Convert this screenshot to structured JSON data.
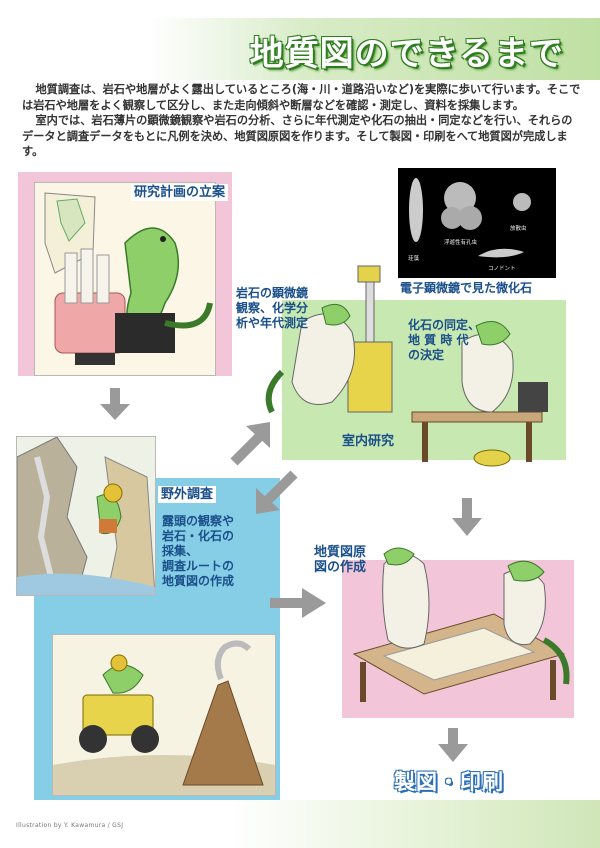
{
  "title": "地質図のできるまで",
  "intro": [
    "地質調査は、岩石や地層がよく露出しているところ(海・川・道路沿いなど)を実際に歩いて行います。そこでは岩石や地層をよく観察して区分し、また走向傾斜や断層などを確認・測定し、資料を採集します。",
    "室内では、岩石薄片の顕微鏡観察や岩石の分析、さらに年代測定や化石の抽出・同定などを行い、それらのデータと調査データをもとに凡例を決め、地質図原図を作ります。そして製図・印刷をへて地質図が完成します。"
  ],
  "steps": {
    "planning": "研究計画の立案",
    "field": {
      "title": "野外調査",
      "lines": [
        "露頭の観察や",
        "岩石・化石の",
        "採集、",
        "調査ルートの",
        "地質図の作成"
      ]
    },
    "lab": {
      "title": "室内研究",
      "rock_lines": [
        "岩石の顕微鏡",
        "観察、化学分",
        "析や年代測定"
      ],
      "fossil_lines": [
        "化石の同定、",
        "地 質 時 代",
        "の決定"
      ]
    },
    "draft": {
      "lines": [
        "地質図原",
        "図の作成"
      ]
    },
    "final": "製図・印刷"
  },
  "microfossils": {
    "caption": "電子顕微鏡で見た微化石",
    "labels": [
      "浮遊性有孔虫",
      "放散虫",
      "珪藻",
      "コノドント"
    ]
  },
  "credit": "Illustration by Y. Kawamura / GSJ",
  "colors": {
    "pink": "#f2c6d8",
    "green": "#c7e8b0",
    "blue": "#86cde6",
    "arrow": "#9a9a9a",
    "label": "#1a4f8a",
    "title": "#2e7d1f"
  }
}
